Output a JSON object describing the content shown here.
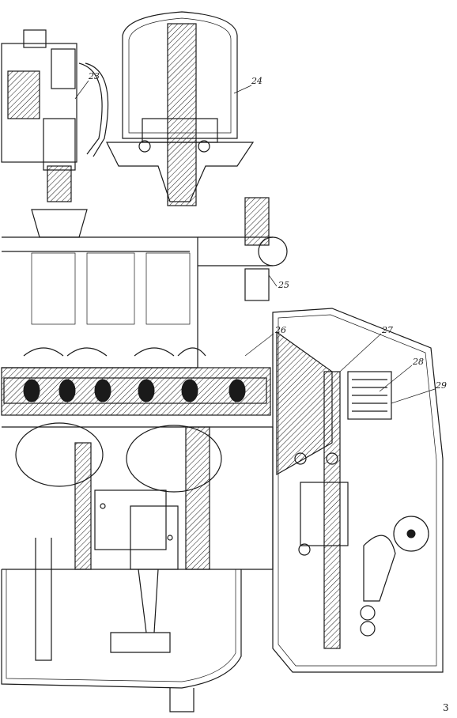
{
  "callouts": {
    "c23": "23",
    "c24": "24",
    "c25": "25",
    "c26": "26",
    "c27": "27",
    "c28": "28",
    "c29": "29"
  },
  "page_number": "3",
  "colors": {
    "ink": "#1a1a1a",
    "paper": "#ffffff"
  }
}
